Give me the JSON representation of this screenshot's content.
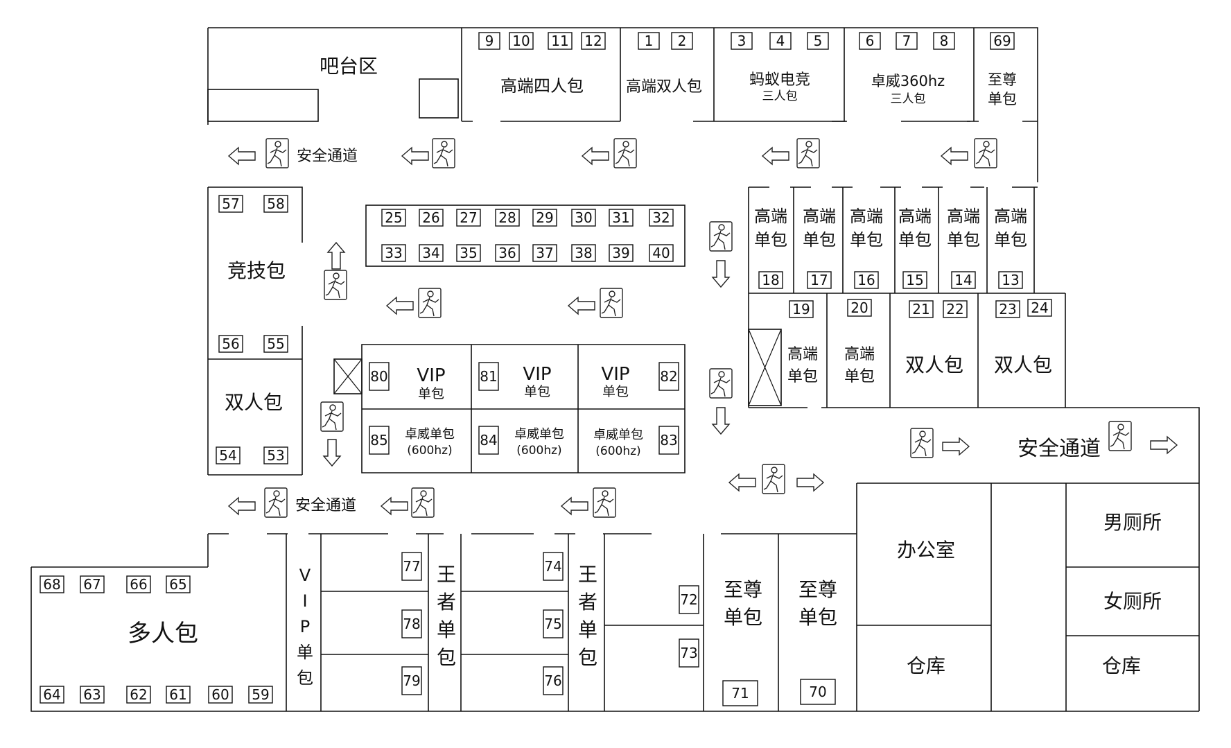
{
  "rooms": {
    "bar": "吧台区",
    "high4": "高端四人包",
    "high2": "高端双人包",
    "ant_title": "蚂蚁电竞",
    "ant_sub": "三人包",
    "zw_title": "卓威360hz",
    "zw_sub": "三人包",
    "zz_top_1": "至尊",
    "zz_top_2": "单包",
    "jingji": "竞技包",
    "shuangren_left": "双人包",
    "gaoduan_1": "高端",
    "gaoduan_2": "单包",
    "shuangren": "双人包",
    "vip_1": "VIP",
    "vip_2": "单包",
    "zw_single": "卓威单包",
    "zw_hz": "(600hz)",
    "duoren": "多人包",
    "vip_v": [
      "V",
      "I",
      "P",
      "单",
      "包"
    ],
    "wangzhe": [
      "王",
      "者",
      "单",
      "包"
    ],
    "zhizun_1": "至尊",
    "zhizun_2": "单包",
    "office": "办公室",
    "storage": "仓库",
    "men": "男厕所",
    "women": "女厕所"
  },
  "exit_label": "安全通道",
  "seats": {
    "top_high4": [
      "9",
      "10",
      "11",
      "12"
    ],
    "top_high2": [
      "1",
      "2"
    ],
    "top_ant": [
      "3",
      "4",
      "5"
    ],
    "top_zw": [
      "6",
      "7",
      "8"
    ],
    "top_zz": [
      "69"
    ],
    "center_row1": [
      "25",
      "26",
      "27",
      "28",
      "29",
      "30",
      "31",
      "32"
    ],
    "center_row2": [
      "33",
      "34",
      "35",
      "36",
      "37",
      "38",
      "39",
      "40"
    ],
    "jingji_top": [
      "57",
      "58"
    ],
    "jingji_bottom": [
      "56",
      "55"
    ],
    "shuangren_left": [
      "54",
      "53"
    ],
    "right_single": [
      "18",
      "17",
      "16",
      "15",
      "14",
      "13"
    ],
    "right_mid": [
      "19",
      "20",
      "21",
      "22",
      "23",
      "24"
    ],
    "vip": [
      "80",
      "81",
      "82"
    ],
    "zw_single": [
      "85",
      "84",
      "83"
    ],
    "duoren_top": [
      "68",
      "67",
      "66",
      "65"
    ],
    "duoren_bottom": [
      "64",
      "63",
      "62",
      "61",
      "60",
      "59"
    ],
    "vip_lower": [
      "77",
      "78",
      "79"
    ],
    "wangzhe_lower": [
      "74",
      "75",
      "76"
    ],
    "mid_lower": [
      "72",
      "73"
    ],
    "zhizun_lower": [
      "71",
      "70"
    ]
  },
  "icons": {
    "exit": "emergency-exit-icon",
    "arrow": "arrow-icon",
    "door": "door-cross-icon"
  }
}
